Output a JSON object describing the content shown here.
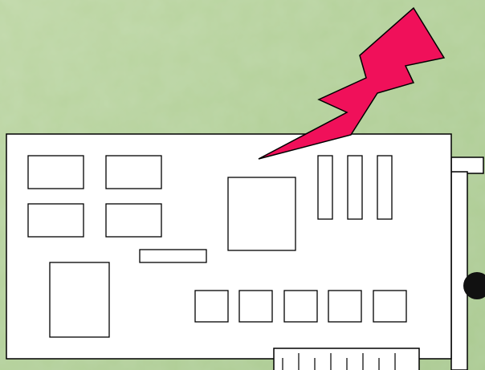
{
  "scene": {
    "background": "textured-green-parchment",
    "colors": {
      "background_light": "#cfe0b8",
      "background_mid": "#a9c98f",
      "background_dark": "#8fb677",
      "board_fill": "#ffffff",
      "outline": "#000000",
      "lightning": "#f0105a",
      "port_dot": "#111111"
    }
  },
  "diagram": {
    "subject": "expansion-card",
    "components": {
      "memory_chips": 4,
      "processor_chip": 1,
      "small_header": 1,
      "large_chip": 1,
      "capacitor_row": 5,
      "vertical_slots": 3,
      "edge_connector_pins": 8
    },
    "icons": [
      "lightning-bolt-icon",
      "port-dot-icon"
    ]
  }
}
